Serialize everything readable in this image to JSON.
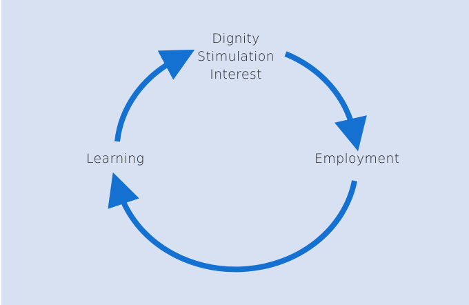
{
  "diagram": {
    "type": "cycle",
    "colors": {
      "background": "#d7e1f1",
      "arrow": "#1471d1",
      "text": "#222222"
    },
    "nodes": {
      "top": [
        "Dignity",
        "Stimulation",
        "Interest"
      ],
      "right": "Employment",
      "left": "Learning"
    }
  }
}
